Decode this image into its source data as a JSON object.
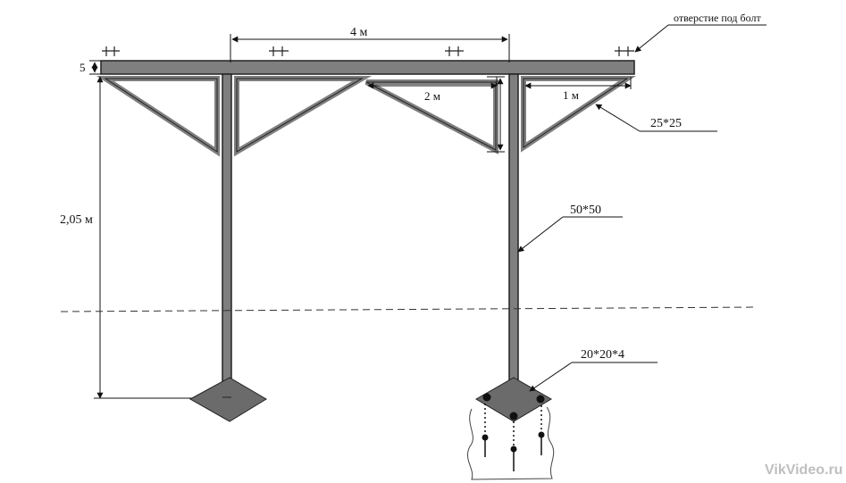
{
  "labels": {
    "span_4m": "4 м",
    "dim_5": "5",
    "dim_2m": "2 м",
    "dim_1m": "1 м",
    "height": "2,05 м",
    "bolt_hole": "отверстие под болт",
    "brace_section": "25*25",
    "post_section": "50*50",
    "base_plate": "20*20*4"
  },
  "watermark": "VikVideo.ru",
  "colors": {
    "steel_fill": "#7f7f7f",
    "steel_stroke": "#222222",
    "line": "#111111",
    "base_plate": "#6b6b6b",
    "watermark": "#bfbfbf"
  }
}
